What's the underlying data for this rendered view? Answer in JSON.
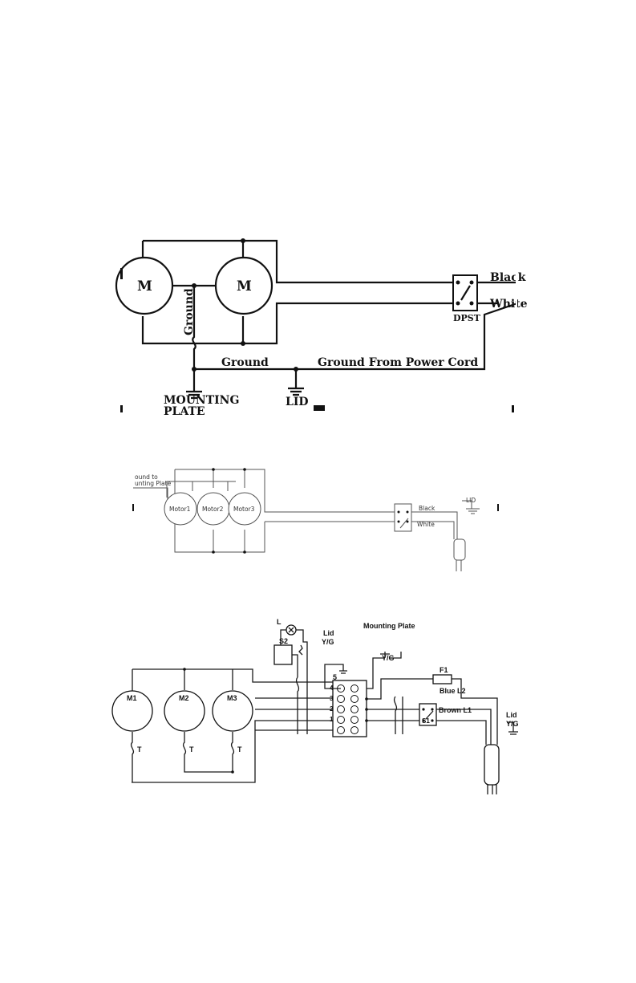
{
  "diagram1": {
    "motor_left": "M",
    "motor_right": "M",
    "ground_vertical": "Ground",
    "ground_horizontal": "Ground",
    "ground_from_cord": "Ground From Power Cord",
    "switch": "DPST",
    "wire_black": "Black",
    "wire_white": "White",
    "mounting_plate_line1": "MOUNTING",
    "mounting_plate_line2": "PLATE",
    "lid": "LID"
  },
  "diagram2": {
    "ground_note_line1": "ound to",
    "ground_note_line2": "unting Plate",
    "motor1": "Motor1",
    "motor2": "Motor2",
    "motor3": "Motor3",
    "wire_black": "Black",
    "wire_white": "White",
    "lid": "LID"
  },
  "diagram3": {
    "light": "L",
    "light_switch": "S2",
    "lid_yg_line1": "Lid",
    "lid_yg_line2": "Y/G",
    "mounting_plate": "Mounting Plate",
    "yg": "Y/G",
    "fuse": "F1",
    "blue": "Blue L2",
    "brown": "Brown L1",
    "switch": "S1",
    "lid_right_line1": "Lid",
    "lid_right_line2": "Y/G",
    "m1": "M1",
    "m2": "M2",
    "m3": "M3",
    "thermal1": "T",
    "thermal2": "T",
    "thermal3": "T",
    "term5": "5",
    "term4": "4",
    "term3": "3",
    "term2": "2",
    "term1": "1"
  }
}
